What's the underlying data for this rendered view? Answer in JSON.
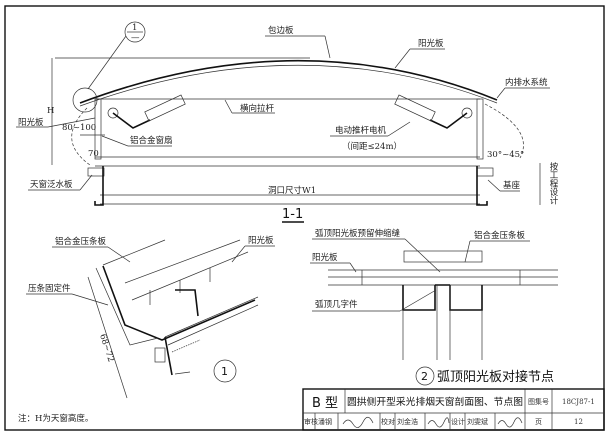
{
  "section_1_1": {
    "title": "1-1",
    "callout_top": "1",
    "callout_bottom": "—",
    "labels": {
      "edge_plate": "包边板",
      "sun_panel_top": "阳光板",
      "inner_drainage": "内排水系统",
      "cross_tie": "横向拉杆",
      "motor": "电动推杆电机",
      "motor_spacing": "（间距≤24m）",
      "sun_panel_left": "阳光板",
      "dim_80_100": "80~100",
      "al_sash": "铝合金窗扇",
      "dim_70": "70",
      "flashing": "天窗泛水板",
      "opening": "洞口尺寸W1",
      "base": "基座",
      "angle": "30°~45°",
      "height": "H",
      "by_design": "按工程设计"
    }
  },
  "detail_1": {
    "number": "1",
    "labels": {
      "al_strip": "铝合金压条板",
      "sun_panel": "阳光板",
      "strip_fixing": "压条固定件",
      "dim": "68~72"
    }
  },
  "detail_2": {
    "number": "2",
    "title": "弧顶阳光板对接节点",
    "labels": {
      "expansion_joint": "弧顶阳光板预留伸缩缝",
      "al_strip": "铝合金压条板",
      "sun_panel": "阳光板",
      "hat_piece": "弧顶几字件"
    }
  },
  "note": "注：H为天窗高度。",
  "title_block": {
    "type": "B 型",
    "title": "圆拱侧开型采光排烟天窗剖面图、节点图",
    "atlas_label": "图集号",
    "atlas_no": "18CJ87-1",
    "review_label": "审核",
    "reviewer": "潘钢",
    "check_label": "校对",
    "checker": "刘金浩",
    "design_label": "设计",
    "designer": "刘雯斌",
    "page_label": "页",
    "page_no": "12"
  }
}
